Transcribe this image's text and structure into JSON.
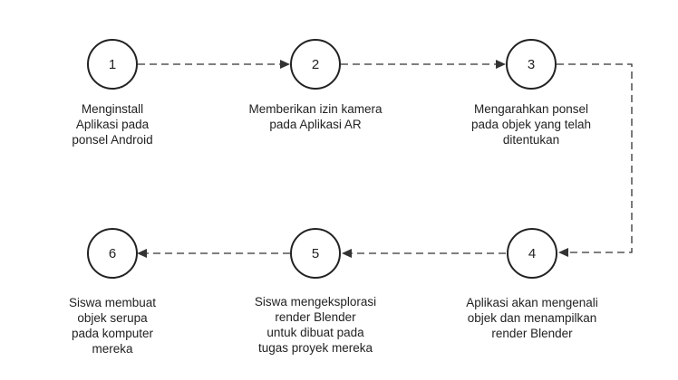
{
  "nodes": [
    {
      "id": "1",
      "label": "Menginstall\nAplikasi pada\nponsel Android"
    },
    {
      "id": "2",
      "label": "Memberikan izin kamera\npada Aplikasi AR"
    },
    {
      "id": "3",
      "label": "Mengarahkan ponsel\npada objek yang telah\nditentukan"
    },
    {
      "id": "4",
      "label": "Aplikasi akan mengenali\nobjek dan menampilkan\nrender Blender"
    },
    {
      "id": "5",
      "label": "Siswa mengeksplorasi\nrender Blender\nuntuk dibuat pada\ntugas proyek mereka"
    },
    {
      "id": "6",
      "label": "Siswa membuat\nobjek serupa\npada komputer\nmereka"
    }
  ],
  "colors": {
    "stroke": "#222222",
    "text": "#222222",
    "background": "#ffffff"
  }
}
